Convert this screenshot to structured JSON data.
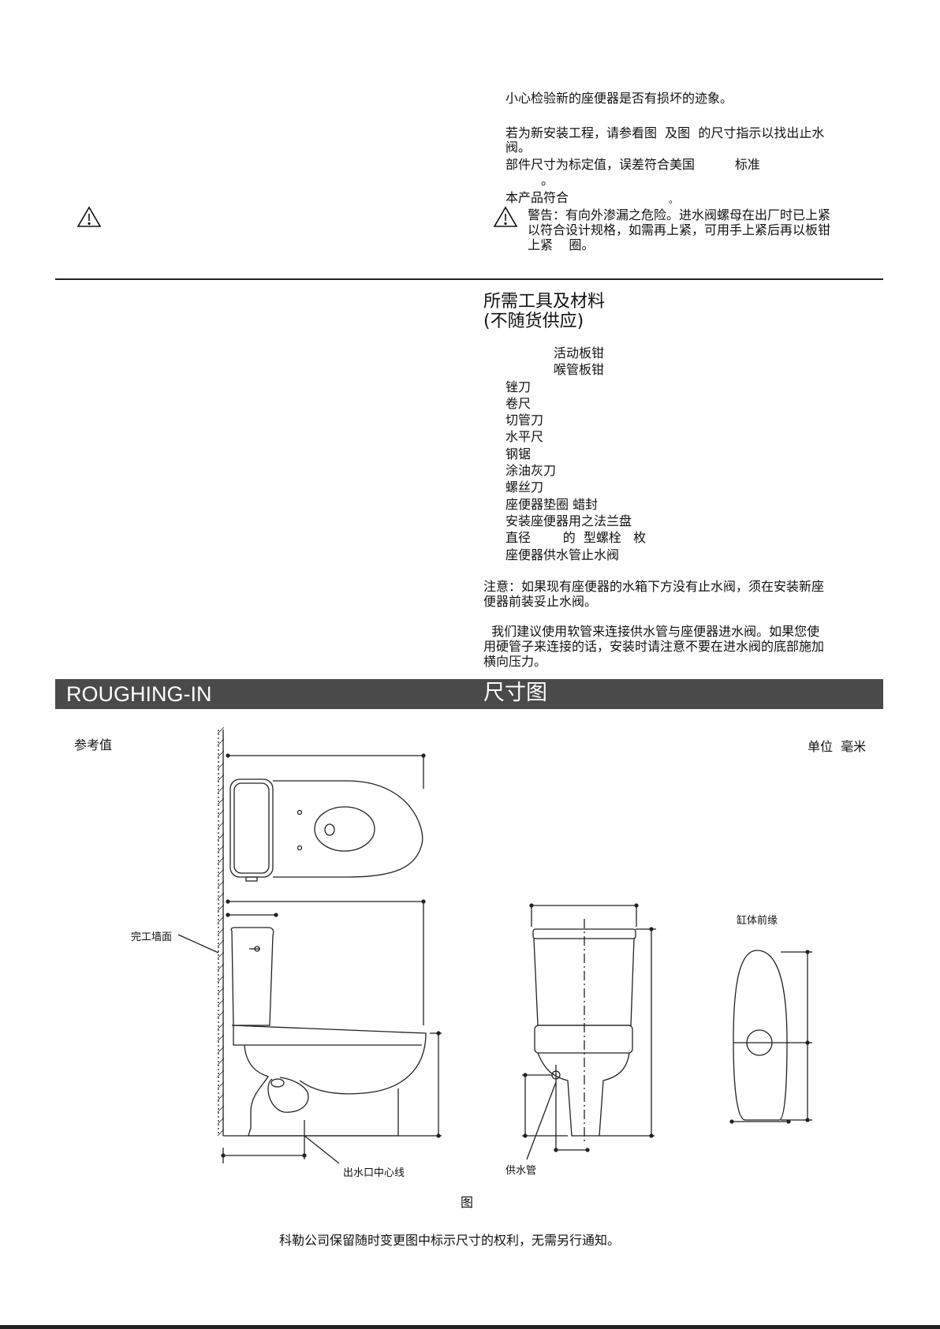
{
  "intro": {
    "inspect": "小心检验新的座便器是否有损坏的迹象。",
    "new_install_line1": "若为新安装工程，请参看图  及图  的尺寸指示以找出止水",
    "new_install_line2": "阀。",
    "dims_line1": "部件尺寸为标定值，误差符合美国          标准",
    "dims_line2": "。",
    "conform": "本产品符合",
    "conform_dot": "。",
    "warning_line1": "警告：有向外渗漏之危险。进水阀螺母在出厂时已上紧",
    "warning_line2": "以符合设计规格，如需再上紧，可用手上紧后再以板钳",
    "warning_line3": "上紧    圈。",
    "warning_icon": "warning-triangle-icon"
  },
  "tools": {
    "title_line1": "所需工具及材料",
    "title_line2": "(不随货供应)",
    "items": [
      "            活动板钳",
      "            喉管板钳",
      "锉刀",
      "卷尺",
      "切管刀",
      "水平尺",
      "钢锯",
      "涂油灰刀",
      "螺丝刀",
      "座便器垫圈 蜡封",
      "安装座便器用之法兰盘",
      "直径        的  型螺栓   枚",
      "座便器供水管止水阀"
    ],
    "note_line1": "注意：如果现有座便器的水箱下方没有止水阀，须在安装新座",
    "note_line2": "便器前装妥止水阀。",
    "advice_line1": "  我们建议使用软管来连接供水管与座便器进水阀。如果您使",
    "advice_line2": "用硬管子来连接的话，安装时请注意不要在进水阀的底部施加",
    "advice_line3": "横向压力。"
  },
  "section": {
    "title_en": "ROUGHING-IN",
    "title_zh": "尺寸图"
  },
  "drawing": {
    "reference": "参考值",
    "unit": "单位  毫米",
    "wall_label": "完工墙面",
    "outlet_label": "出水口中心线",
    "supply_label": "供水管",
    "bowl_edge_label": "缸体前缘",
    "figure_label": "图"
  },
  "footer": {
    "notice": "科勒公司保留随时变更图中标示尺寸的权利，无需另行通知。"
  }
}
